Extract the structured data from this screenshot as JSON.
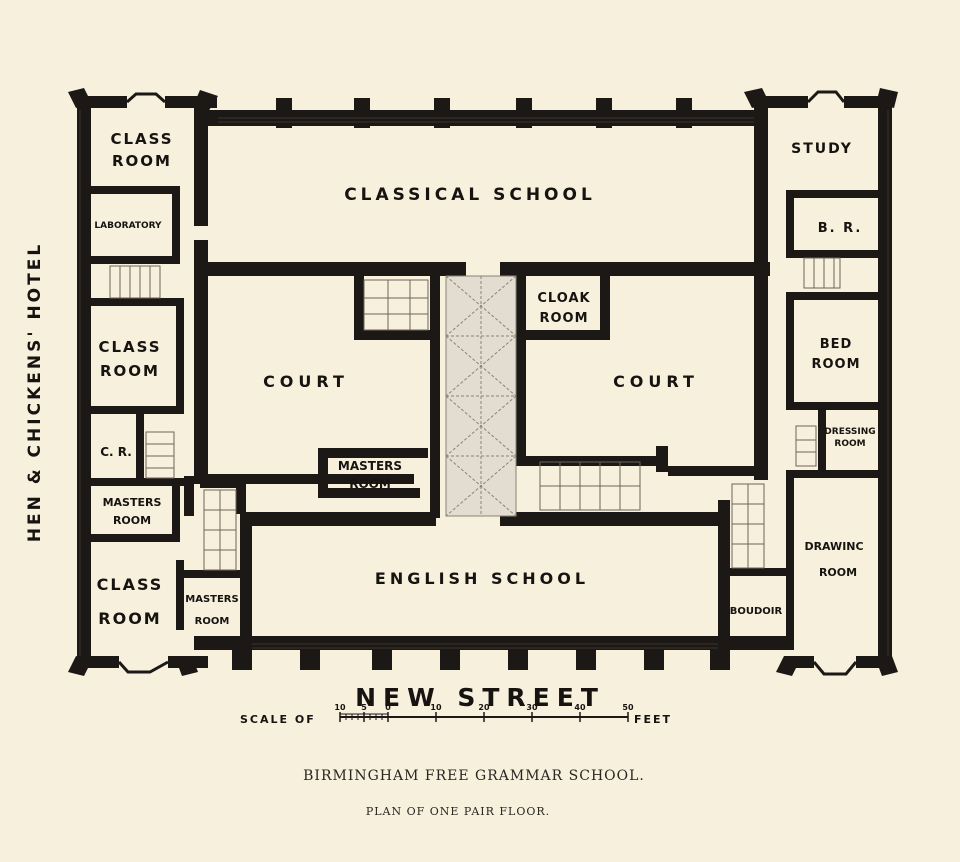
{
  "side_label": "HEN & CHICKENS' HOTEL",
  "street": "NEW STREET",
  "scale": {
    "prefix": "SCALE OF",
    "suffix": "FEET",
    "ticks": [
      "10",
      "5",
      "0",
      "10",
      "20",
      "30",
      "40",
      "50"
    ]
  },
  "rooms": {
    "class_room_top": [
      "CLASS",
      "ROOM"
    ],
    "laboratory": "LABORATORY",
    "class_room_mid": [
      "CLASS",
      "ROOM"
    ],
    "cr": "C. R.",
    "masters_room_left": [
      "MASTERS",
      "ROOM"
    ],
    "class_room_bottom": [
      "CLASS",
      "ROOM"
    ],
    "masters_room_bottom": [
      "MASTERS",
      "ROOM"
    ],
    "classical_school": "CLASSICAL SCHOOL",
    "court_left": "COURT",
    "court_right": "COURT",
    "cloak_room": [
      "CLOAK",
      "ROOM"
    ],
    "masters_room_center": [
      "MASTERS",
      "ROOM"
    ],
    "english_school": "ENGLISH SCHOOL",
    "study": "STUDY",
    "br": "B. R.",
    "bed_room": [
      "BED",
      "ROOM"
    ],
    "dressing_room": [
      "DRESSING",
      "ROOM"
    ],
    "drawing_room": [
      "DRAWINC",
      "ROOM"
    ],
    "boudoir": "BOUDOIR"
  },
  "caption": {
    "title": "BIRMINGHAM FREE GRAMMAR SCHOOL.",
    "subtitle": "PLAN OF ONE PAIR FLOOR."
  }
}
